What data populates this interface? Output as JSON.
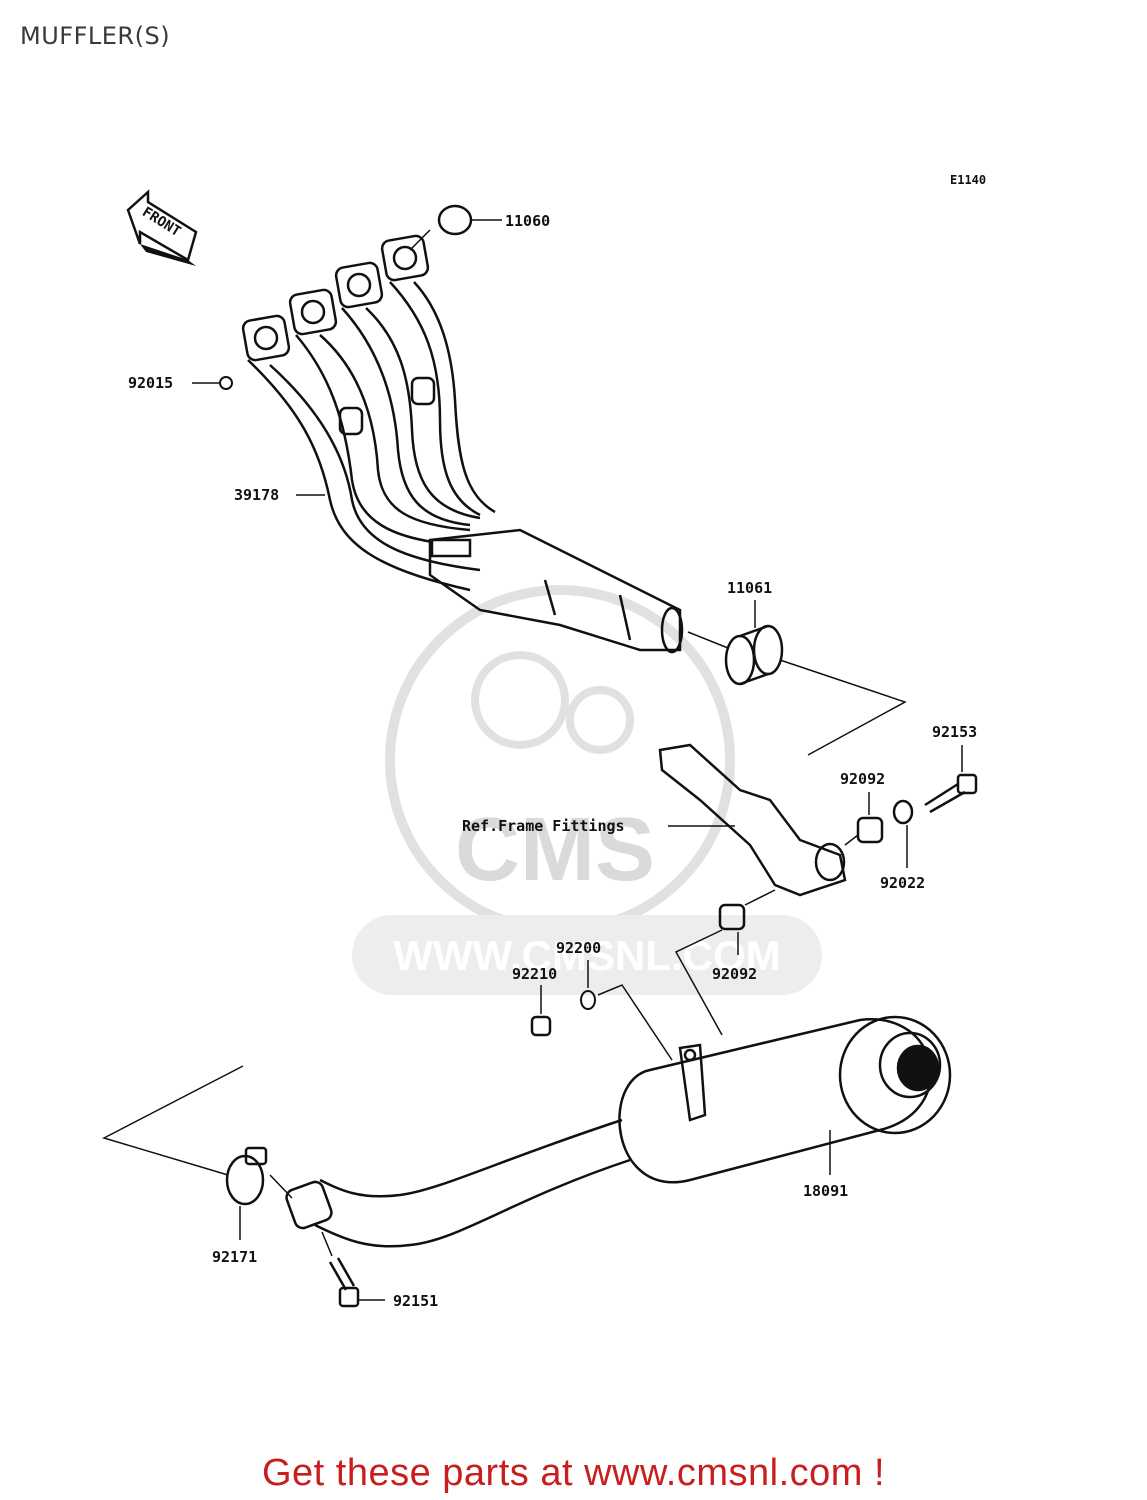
{
  "title": "MUFFLER(S)",
  "diagram_code": "E1140",
  "front_arrow": "FRONT",
  "watermark": {
    "site": "WWW.CMSNL.COM",
    "logo": "CMS"
  },
  "parts": {
    "p11060": "11060",
    "p92015": "92015",
    "p39178": "39178",
    "p11061": "11061",
    "p92153": "92153",
    "p92092a": "92092",
    "p92022": "92022",
    "ref": "Ref.Frame Fittings",
    "p92200": "92200",
    "p92210": "92210",
    "p92092b": "92092",
    "p18091": "18091",
    "p92171": "92171",
    "p92151": "92151"
  },
  "footer": "Get these parts at www.cmsnl.com !"
}
